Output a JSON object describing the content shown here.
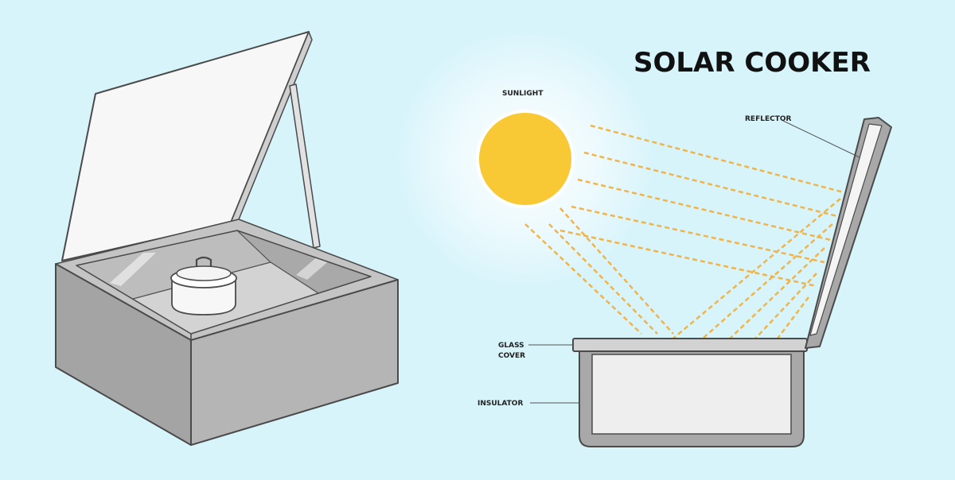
{
  "title": "SOLAR COOKER",
  "labels": {
    "sunlight": "SUNLIGHT",
    "reflector": "REFLECTOR",
    "glass_cover_line1": "GLASS",
    "glass_cover_line2": "COVER",
    "insulator": "INSULATOR"
  },
  "colors": {
    "background": "#d7f4fb",
    "sun": "#f8c935",
    "rays": "#f0b44a",
    "box_side": "#a4a4a4",
    "box_front": "#b5b5b5",
    "lid": "#f7f7f7",
    "outline": "#4a4a4a"
  }
}
